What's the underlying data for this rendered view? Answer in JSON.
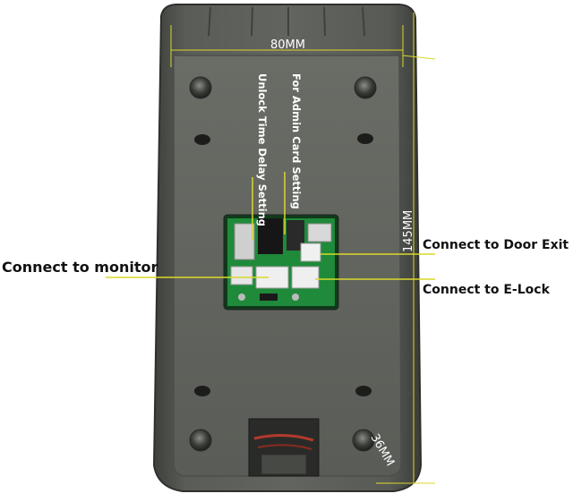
{
  "labels": {
    "width_dim": "80MM",
    "height_dim": "145MM",
    "depth_dim": "36MM",
    "admin_setting": "For Admin Card Setting",
    "unlock_setting": "Unlock Time Delay Setting",
    "door_exit": "Connect to Door Exit",
    "e_lock": "Connect to E-Lock",
    "monitor": "Connect to monitor"
  },
  "colors": {
    "housing": "#5c5e5a",
    "plate": "#62645f",
    "leader_line": "#d9d92a",
    "pcb": "#1f8a3a",
    "text": "#111111"
  }
}
